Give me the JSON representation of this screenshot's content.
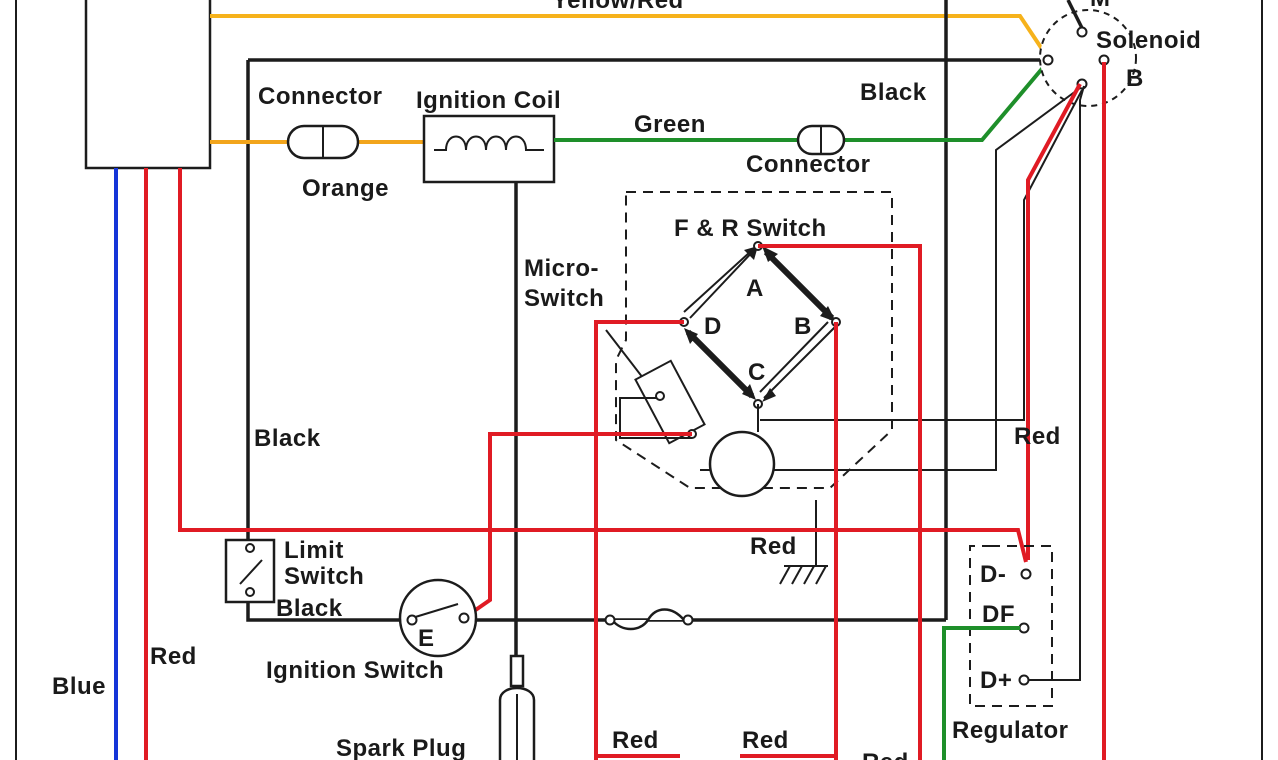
{
  "labels": {
    "yellow_red": "Yellow/Red",
    "solenoid": "Solenoid",
    "solenoid_m": "M",
    "solenoid_b": "B",
    "connector_top": "Connector",
    "ignition_coil": "Ignition Coil",
    "black_top": "Black",
    "green": "Green",
    "orange": "Orange",
    "connector_right": "Connector",
    "fr_switch": "F & R Switch",
    "micro_switch_1": "Micro-",
    "micro_switch_2": "Switch",
    "term_a": "A",
    "term_b": "B",
    "term_c": "C",
    "term_d": "D",
    "term_e": "E",
    "black_left": "Black",
    "red_right": "Red",
    "red_mid": "Red",
    "limit_switch_1": "Limit",
    "limit_switch_2": "Switch",
    "black_bottom": "Black",
    "ignition_switch": "Ignition Switch",
    "red_left": "Red",
    "blue": "Blue",
    "spark_plug": "Spark Plug",
    "red_bottom_1": "Red",
    "red_bottom_2": "Red",
    "red_bottom_3": "Red",
    "reg_d_minus": "D-",
    "reg_df": "DF",
    "reg_d_plus": "D+",
    "regulator": "Regulator"
  },
  "colors": {
    "black": "#1c1c1c",
    "red": "#e01b24",
    "blue": "#1535d8",
    "green": "#1e8f2a",
    "orange": "#f2a51c",
    "yellow": "#f6b21b"
  }
}
